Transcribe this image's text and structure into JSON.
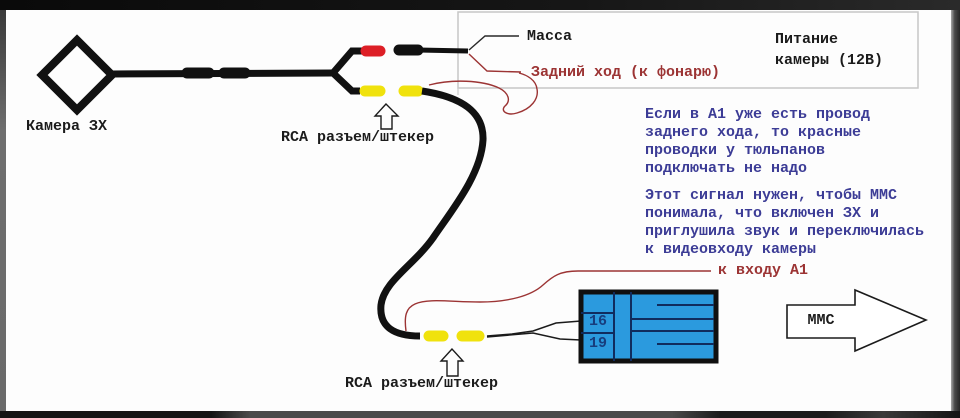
{
  "diagram": {
    "camera": {
      "label": "Камера ЗХ"
    },
    "rca_top": {
      "label": "RCA разъем/штекер"
    },
    "rca_bottom": {
      "label": "RCA разъем/штекер"
    },
    "power_box": {
      "title": "Питание\nкамеры (12В)",
      "ground_label": "Масса",
      "reverse_label": "Задний ход (к фонарю)"
    },
    "notes": {
      "note1": "Если в А1 уже есть провод\nзаднего хода, то красные\nпроводки у тюльпанов\nподключать не надо",
      "note2": "Этот сигнал нужен, чтобы ММС\nпонимала, что включен ЗХ и\nприглушила звук и переключилась\nк видеовходу камеры"
    },
    "input_a1_label": "к входу А1",
    "mmc_arrow": {
      "label": "ММС"
    },
    "connector": {
      "pins": [
        "16",
        "19"
      ]
    },
    "colors": {
      "wire_black": "#111111",
      "connector_red": "#dd1f26",
      "connector_yellow": "#f0e20d",
      "signal_wire_maroon": "#9c3434",
      "note_text_navy": "#3c3c96",
      "connector_block_blue": "#2b9ade",
      "pin_text_navy": "#173d7d",
      "box_border_gray": "#c6c6c6"
    }
  }
}
